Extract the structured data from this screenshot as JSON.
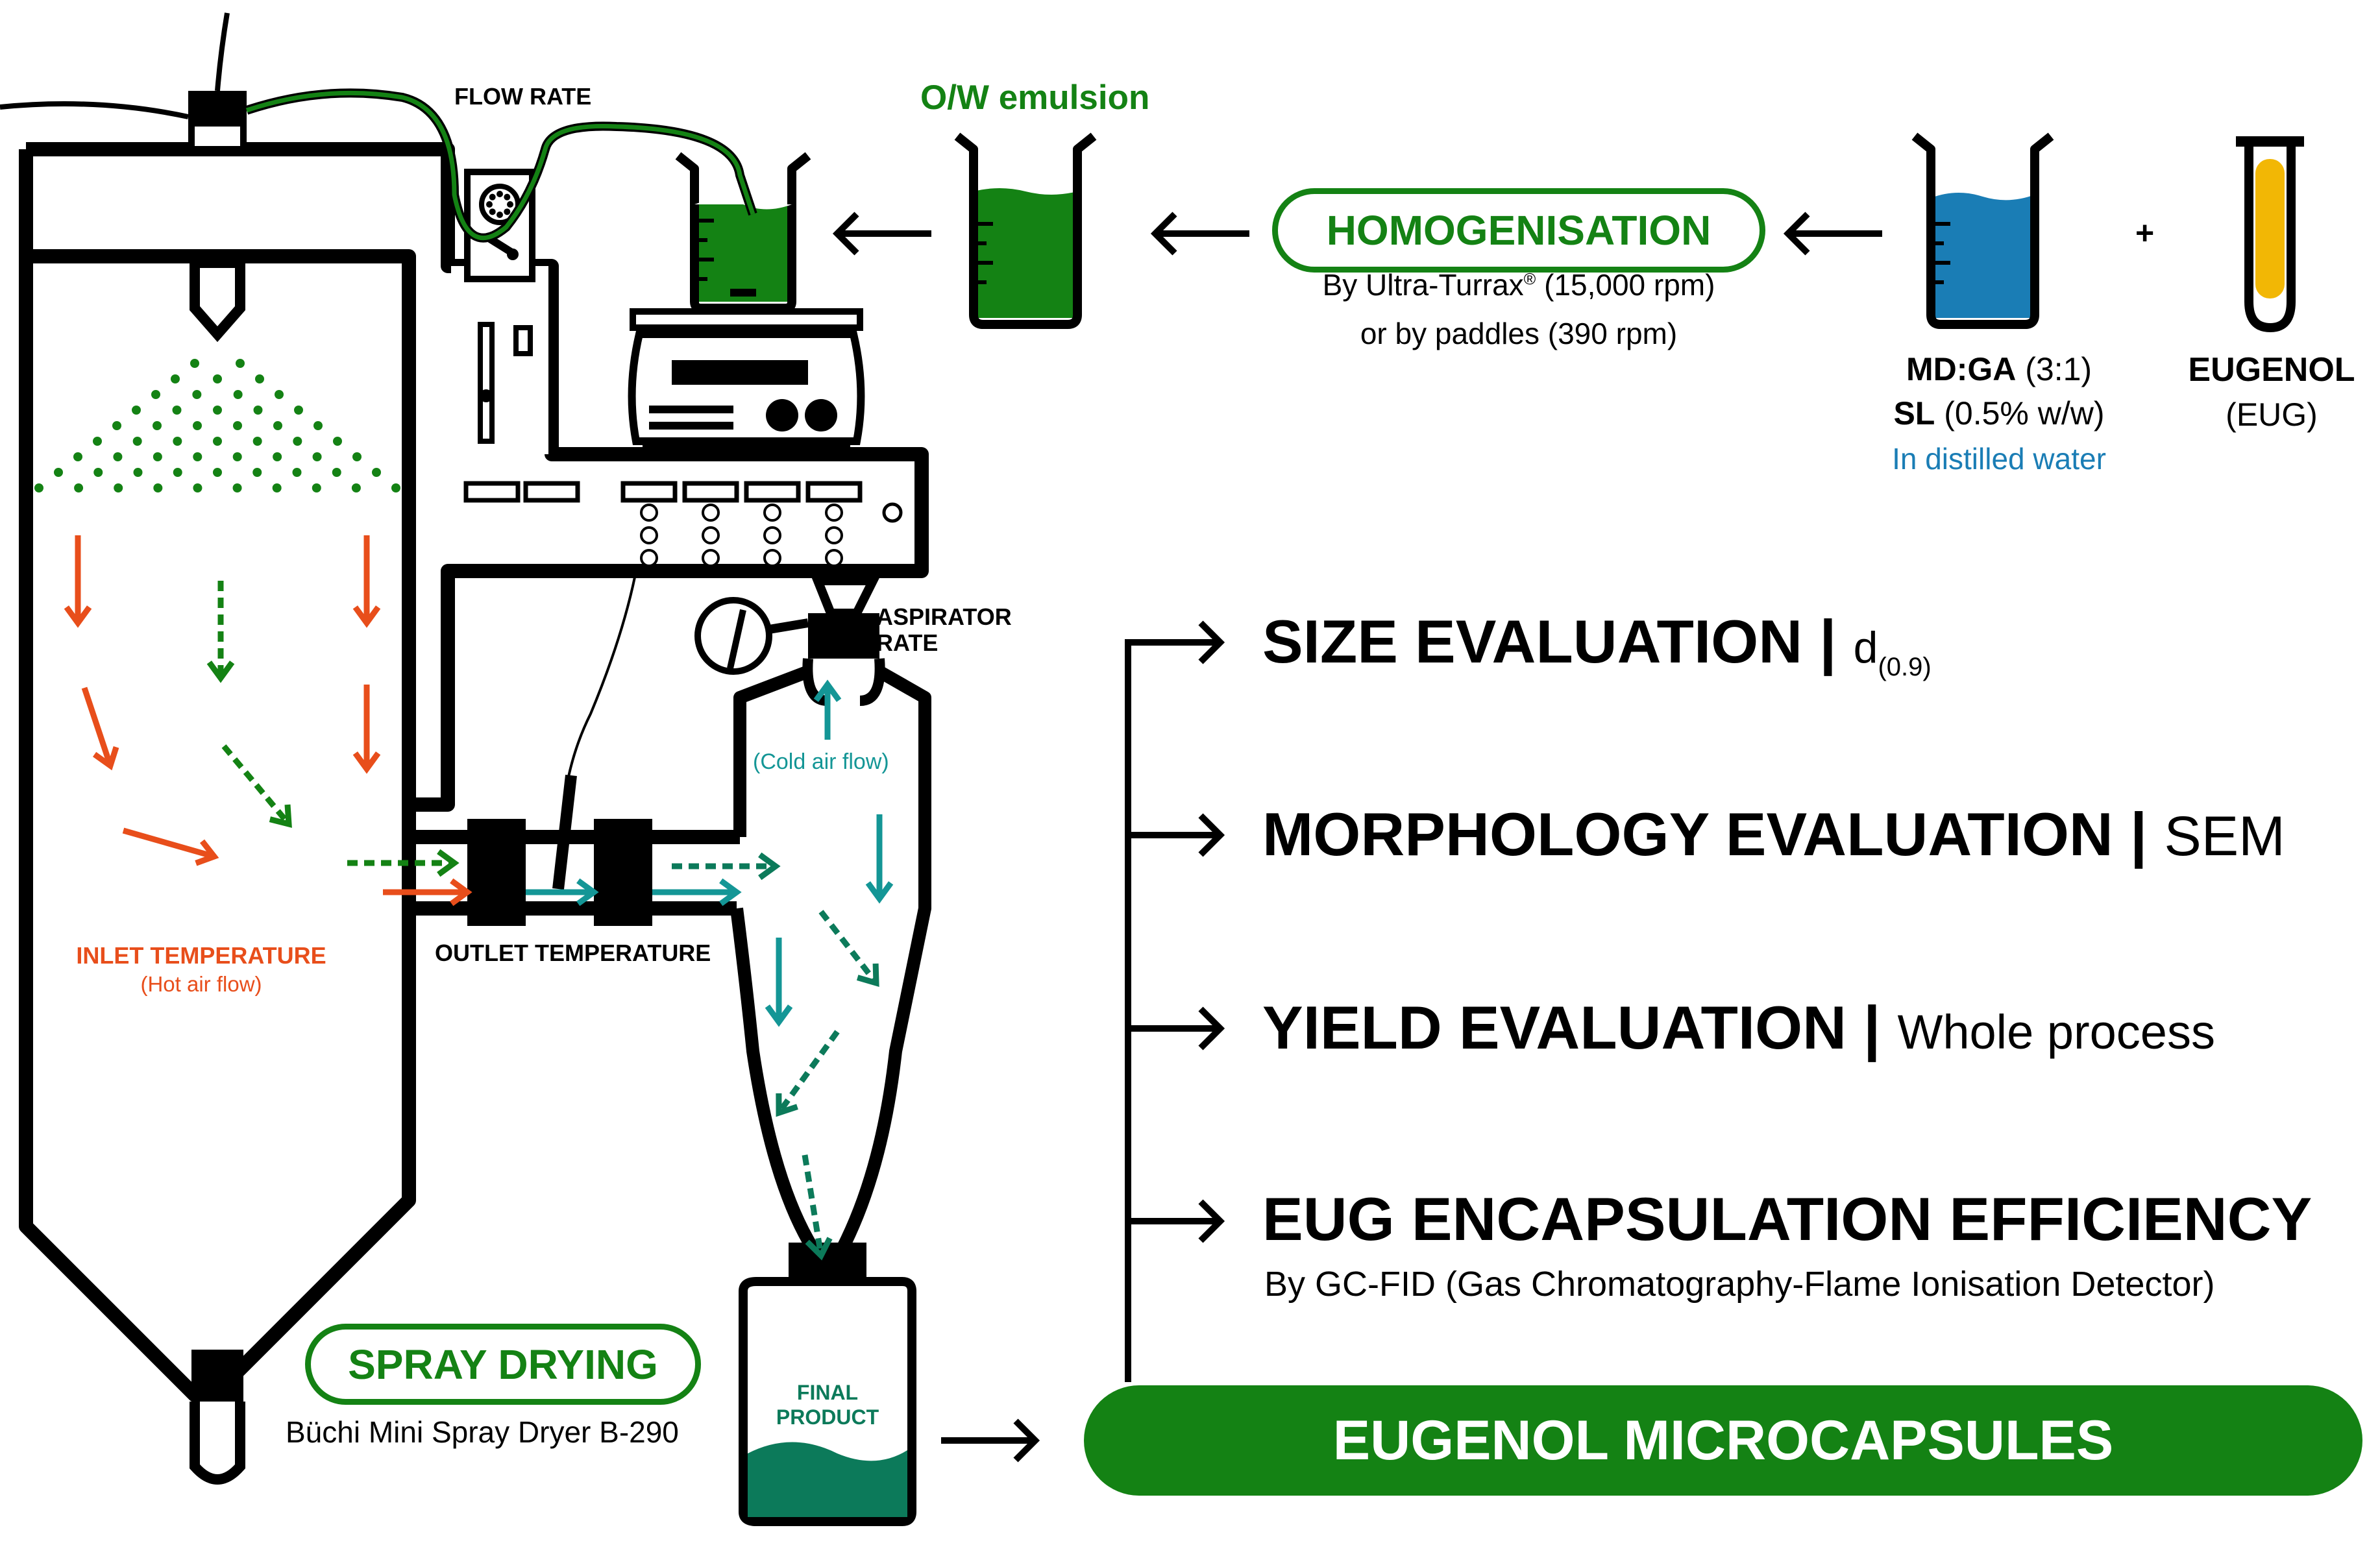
{
  "colors": {
    "green": "#148214",
    "orange": "#e84e1b",
    "teal": "#149696",
    "blue": "#1a7db5",
    "yellow": "#f2b705",
    "dark_teal": "#0c7a5a",
    "black": "#000000"
  },
  "labels": {
    "flow_rate": "FLOW RATE",
    "ow_emulsion": "O/W emulsion",
    "homogenisation": "HOMOGENISATION",
    "homog_line1_pre": "By Ultra-Turrax",
    "homog_line1_sup": "®",
    "homog_line1_post": " (15,000 rpm)",
    "homog_line2": "or by paddles (390 rpm)",
    "mdga_bold": "MD:GA",
    "mdga_ratio": " (3:1)",
    "sl_bold": "SL",
    "sl_conc": " (0.5% w/w)",
    "in_distilled_water": "In distilled water",
    "plus": "+",
    "eugenol": "EUGENOL",
    "eug": "(EUG)",
    "aspirator_rate_1": "ASPIRATOR",
    "aspirator_rate_2": "RATE",
    "cold_air_flow": "(Cold air flow)",
    "inlet_temperature": "INLET TEMPERATURE",
    "hot_air_flow": "(Hot air flow)",
    "outlet_temperature": "OUTLET TEMPERATURE",
    "spray_drying": "SPRAY DRYING",
    "spray_dryer_model": "Büchi Mini Spray Dryer B-290",
    "final_product_1": "FINAL",
    "final_product_2": "PRODUCT",
    "eugenol_microcapsules": "EUGENOL MICROCAPSULES"
  },
  "evaluations": [
    {
      "bold": "SIZE EVALUATION",
      "sep": " | ",
      "detail": "d",
      "detail_sub": "(0.9)",
      "note": ""
    },
    {
      "bold": "MORPHOLOGY EVALUATION",
      "sep": " | ",
      "detail": "SEM",
      "detail_sub": "",
      "note": ""
    },
    {
      "bold": "YIELD EVALUATION",
      "sep": " | ",
      "detail": "Whole process",
      "detail_sub": "",
      "note": ""
    },
    {
      "bold": "EUG ENCAPSULATION EFFICIENCY",
      "sep": "",
      "detail": "",
      "detail_sub": "",
      "note": "By GC-FID (Gas Chromatography-Flame Ionisation Detector)"
    }
  ],
  "icons": {
    "beaker_emulsion": "beaker-icon",
    "beaker_water": "beaker-icon",
    "test_tube": "test-tube-icon",
    "stirrer": "magnetic-stirrer-icon",
    "pump": "peristaltic-pump-icon",
    "gauge": "pressure-gauge-icon",
    "bottle": "collection-bottle-icon"
  }
}
